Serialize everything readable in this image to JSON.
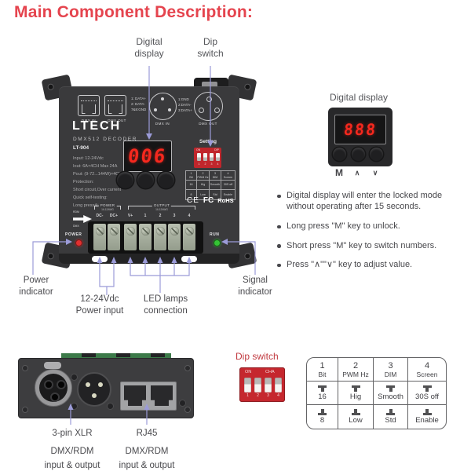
{
  "title": "Main Component Description:",
  "colors": {
    "accent_red": "#e5444e",
    "dip_heading_red": "#c13a40",
    "leader_line": "#9b9bd8",
    "device_body": "#3a3a3c",
    "display_digit_red": "#f5281e",
    "dip_switch_red": "#c5272e",
    "terminal_green": "#a6ad9e",
    "pcb_green": "#3c7a49",
    "power_led_red": "#e03030",
    "run_led_green": "#35c435"
  },
  "callouts": {
    "digital_display": {
      "line1": "Digital",
      "line2": "display"
    },
    "dip_switch": {
      "line1": "Dip",
      "line2": "switch"
    },
    "power_indicator": {
      "line1": "Power",
      "line2": "indicator"
    },
    "signal_indicator": {
      "line1": "Signal",
      "line2": "indicator"
    },
    "power_input": {
      "line1": "12-24Vdc",
      "line2": "Power input"
    },
    "led_lamps": {
      "line1": "LED lamps",
      "line2": "connection"
    }
  },
  "device": {
    "brand": "LTECH",
    "product": "DMX512 DECODER",
    "model": "LT-904",
    "specs": [
      "Input: 12-24Vdc",
      "Iout:  6A×4CH   Max 24A",
      "Pout: (9-72...144W)×4CH",
      "Protection:",
      "Short circuit,Over current",
      "Quick self-testing:",
      "Long press⊕&⊖for 2s"
    ],
    "rj45_in": "DMX IN",
    "rj45_out": "DMX OUT",
    "rj45_pins": [
      "1: DATA+",
      "2: DATA-",
      "7&8:GND"
    ],
    "xlr_in": "DMX IN",
    "xlr_out": "DMX OUT",
    "xlr_pins": [
      "1:GND",
      "2:DATA-",
      "3:DATA+"
    ],
    "arrow_icon_top": "RDM",
    "arrow_icon_bottom": "DMX",
    "display_value": "006",
    "setting": "Setting",
    "dip_on": "ON",
    "dip_type": "DIP",
    "dip_numbers": [
      "1",
      "2",
      "3",
      "4"
    ],
    "certs": [
      "CE",
      "FC",
      "RoHS"
    ],
    "power_led": "POWER",
    "run_led": "RUN",
    "power_bracket": "POWER",
    "output_bracket": "OUTPUT",
    "wire_gauge": "16-12AWG",
    "terminals": [
      "DC-",
      "DC+",
      "V+",
      "1",
      "2",
      "3",
      "4"
    ]
  },
  "display_section": {
    "heading": "Digital display",
    "display_value": "888",
    "keys": [
      "M",
      "∧",
      "∨"
    ],
    "bullets": [
      "Digital display will enter the locked mode without operating after 15 seconds.",
      "Long press \"M\" key to unlock.",
      "Short press \"M\" key to switch numbers.",
      "Press \"∧\"\"∨\" key to adjust value."
    ]
  },
  "rear_section": {
    "xlr_label": [
      "3-pin XLR",
      "DMX/RDM",
      "input & output"
    ],
    "rj45_label": [
      "RJ45",
      "DMX/RDM",
      "input & output"
    ]
  },
  "dip_section": {
    "heading": "Dip switch",
    "sw_on": "ON",
    "sw_cha": "CHA",
    "sw_numbers": [
      "1",
      "2",
      "3",
      "4"
    ],
    "table": {
      "columns": [
        {
          "num": "1",
          "name": "Bit",
          "up": "16",
          "down": "8"
        },
        {
          "num": "2",
          "name": "PWM Hz",
          "up": "Hig",
          "down": "Low"
        },
        {
          "num": "3",
          "name": "DIM",
          "up": "Smooth",
          "down": "Std"
        },
        {
          "num": "4",
          "name": "Screen",
          "up": "30S off",
          "down": "Enable"
        }
      ]
    }
  }
}
